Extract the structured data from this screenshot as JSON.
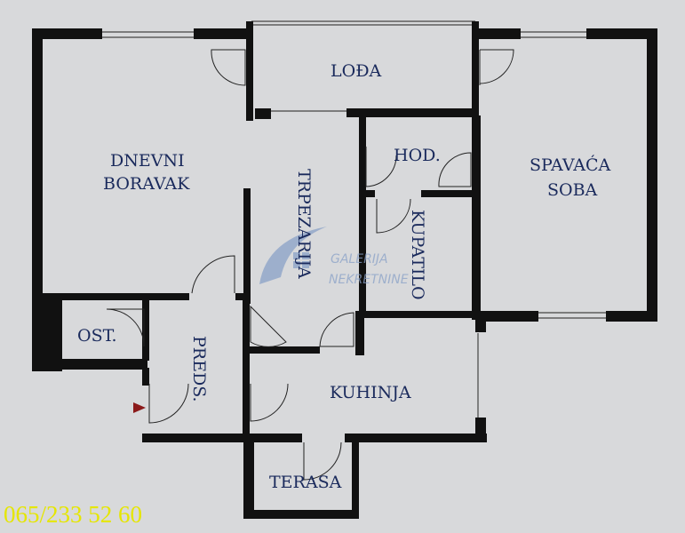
{
  "rooms": {
    "loda": "LOĐA",
    "dnevni_line1": "DNEVNI",
    "dnevni_line2": "BORAVAK",
    "hod": "HOD.",
    "spavaca_line1": "SPAVAĆA",
    "spavaca_line2": "SOBA",
    "trpezarija": "TRPEZARIJA",
    "kupatilo": "KUPATILO",
    "ost": "OST.",
    "preds": "PREDS.",
    "kuhinja": "KUHINJA",
    "terasa": "TERASA"
  },
  "watermark": {
    "line1": "GALERIJA",
    "line2": "NEKRETNINE"
  },
  "contact": {
    "phone": "065/233 52 60"
  },
  "colors": {
    "background": "#d8d9db",
    "wall": "#111111",
    "label": "#1a2a5c",
    "phone": "#e5e600",
    "entrance_marker": "#8b1a1a",
    "watermark": "#8aa2c8"
  }
}
